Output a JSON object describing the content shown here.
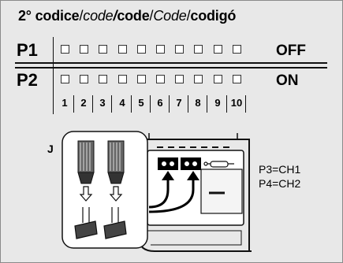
{
  "header": {
    "prefix": "2°",
    "words": [
      {
        "text": "codice",
        "style": "b"
      },
      {
        "text": "/",
        "style": "sep"
      },
      {
        "text": "code",
        "style": "i"
      },
      {
        "text": "/",
        "style": "bi"
      },
      {
        "text": "code",
        "style": "b"
      },
      {
        "text": "/",
        "style": "sep"
      },
      {
        "text": "Code",
        "style": "i"
      },
      {
        "text": "/",
        "style": "sep"
      },
      {
        "text": "codigó",
        "style": "b"
      }
    ]
  },
  "rows": [
    {
      "label": "P1",
      "state": "OFF"
    },
    {
      "label": "P2",
      "state": "ON"
    }
  ],
  "switch_numbers": [
    "1",
    "2",
    "3",
    "4",
    "5",
    "6",
    "7",
    "8",
    "9",
    "10"
  ],
  "jumper_label": "J",
  "channels": [
    {
      "text": "P3=CH1"
    },
    {
      "text": "P4=CH2"
    }
  ]
}
